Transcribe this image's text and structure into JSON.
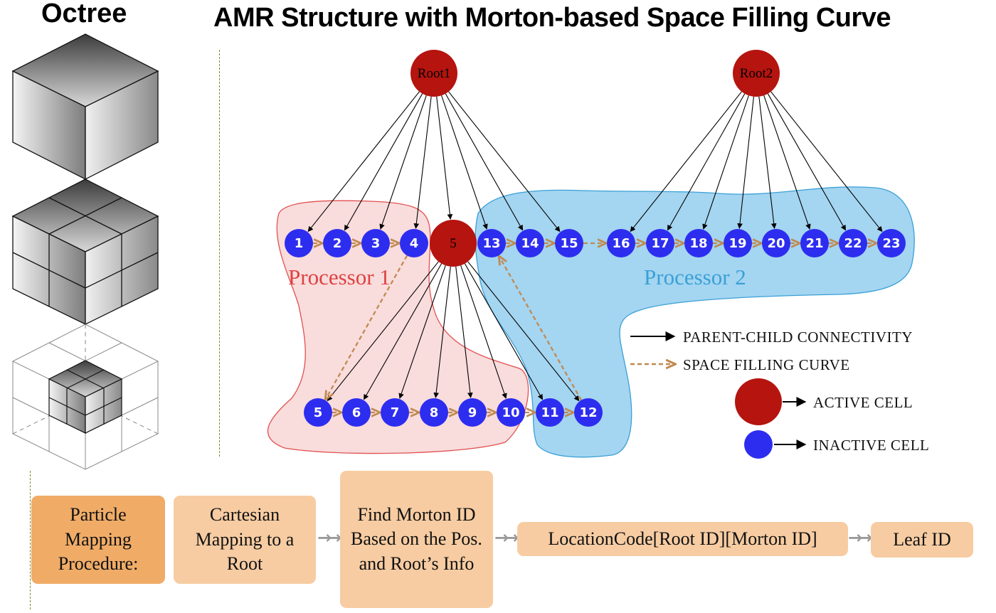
{
  "titles": {
    "octree": "Octree",
    "main": "AMR Structure with Morton-based Space Filling Curve"
  },
  "roots": [
    {
      "id": "root1",
      "label": "Root1"
    },
    {
      "id": "root2",
      "label": "Root2"
    }
  ],
  "active_node": {
    "label": "5"
  },
  "level1_nodes": [
    "1",
    "2",
    "3",
    "4",
    "13",
    "14",
    "15",
    "16",
    "17",
    "18",
    "19",
    "20",
    "21",
    "22",
    "23"
  ],
  "level2_nodes": [
    "5",
    "6",
    "7",
    "8",
    "9",
    "10",
    "11",
    "12"
  ],
  "processors": {
    "p1": "Processor 1",
    "p2": "Processor 2"
  },
  "legend": {
    "parent_child": "PARENT-CHILD CONNECTIVITY",
    "sfc": "SPACE FILLING CURVE",
    "active": "ACTIVE CELL",
    "inactive": "INACTIVE CELL"
  },
  "procedure": {
    "step0": "Particle Mapping Procedure:",
    "step1": "Cartesian Mapping to a Root",
    "step2": "Find Morton ID Based on the Pos. and Root’s Info",
    "step3": "LocationCode[Root ID][Morton ID]",
    "step4": "Leaf ID"
  },
  "colors": {
    "active": "#b5140f",
    "inactive": "#2d2df0",
    "proc1_fill": "#f9dada",
    "proc1_edge": "#e25050",
    "proc2_fill": "#9fd3f0",
    "proc2_edge": "#3aa0d6",
    "sfc_arrow": "#c08a52",
    "box_dark": "#f0ac67",
    "box_light": "#f7cca2"
  }
}
